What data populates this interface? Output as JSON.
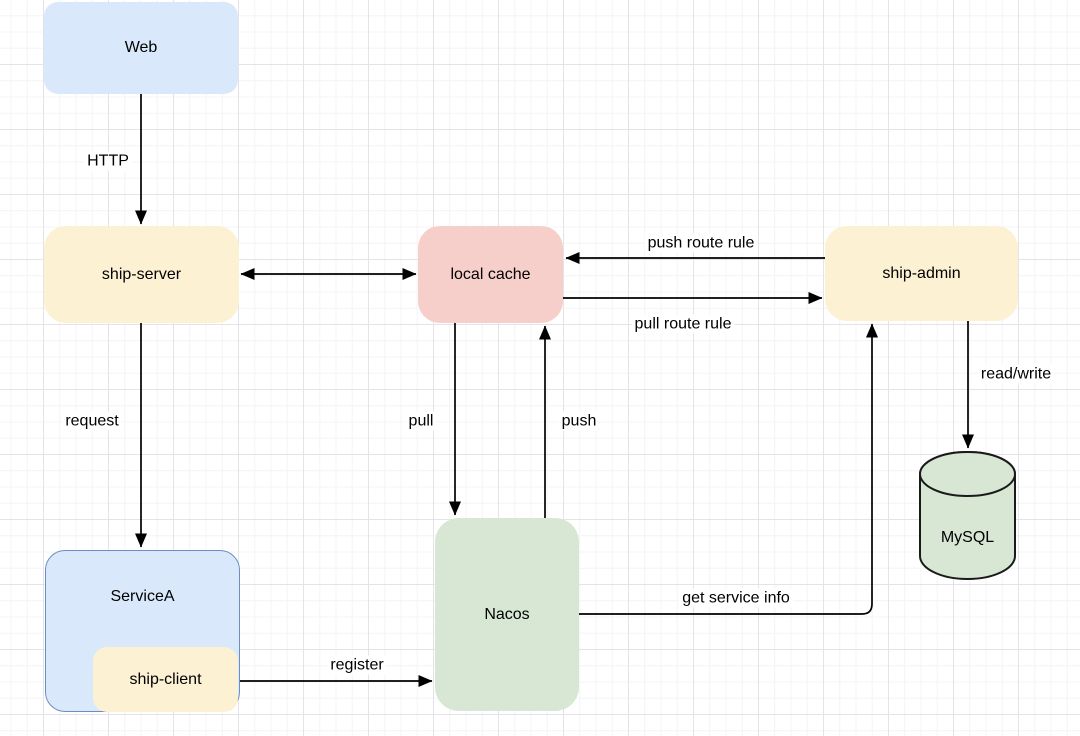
{
  "nodes": {
    "web": {
      "label": "Web"
    },
    "ship_server": {
      "label": "ship-server"
    },
    "local_cache": {
      "label": "local cache"
    },
    "ship_admin": {
      "label": "ship-admin"
    },
    "service_a": {
      "label": "ServiceA"
    },
    "ship_client": {
      "label": "ship-client"
    },
    "nacos": {
      "label": "Nacos"
    },
    "mysql": {
      "label": "MySQL"
    }
  },
  "edges": {
    "http": {
      "label": "HTTP",
      "from": "web",
      "to": "ship_server",
      "bidirectional": false
    },
    "server_cache": {
      "label": "",
      "from": "ship_server",
      "to": "local_cache",
      "bidirectional": true
    },
    "push_route_rule": {
      "label": "push route rule",
      "from": "ship_admin",
      "to": "local_cache",
      "bidirectional": false
    },
    "pull_route_rule": {
      "label": "pull route rule",
      "from": "local_cache",
      "to": "ship_admin",
      "bidirectional": false
    },
    "request": {
      "label": "request",
      "from": "ship_server",
      "to": "service_a",
      "bidirectional": false
    },
    "pull": {
      "label": "pull",
      "from": "local_cache",
      "to": "nacos",
      "bidirectional": false
    },
    "push": {
      "label": "push",
      "from": "nacos",
      "to": "local_cache",
      "bidirectional": false
    },
    "register": {
      "label": "register",
      "from": "ship_client",
      "to": "nacos",
      "bidirectional": false
    },
    "get_service_info": {
      "label": "get service info",
      "from": "nacos",
      "to": "ship_admin",
      "bidirectional": false
    },
    "read_write": {
      "label": "read/write",
      "from": "ship_admin",
      "to": "mysql",
      "bidirectional": false
    }
  },
  "colors": {
    "background": "#ffffff",
    "text": "#000000",
    "edge_line": "#000000",
    "node_blue_fill": "#dae8fc",
    "node_blue_border": "#6c8ebf",
    "node_yellow_fill": "#fcf1d2",
    "node_pink_fill": "#f6cfcb",
    "node_green_fill": "#d7e7d4",
    "cylinder_border": "#1a1a1a",
    "grid_minor": "#f4f4f7",
    "grid_major": "#e4e4e8"
  }
}
